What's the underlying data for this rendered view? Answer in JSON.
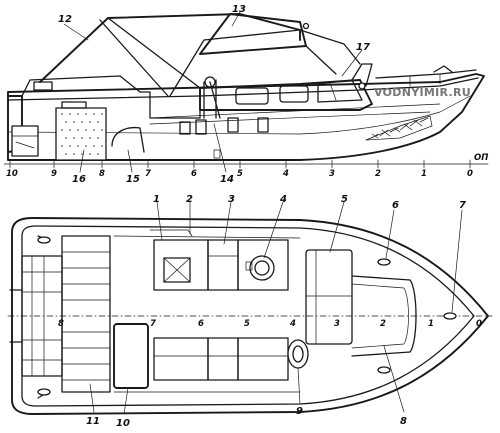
{
  "watermark": "VODNYIMIR.RU",
  "side_view": {
    "callouts": [
      "12",
      "13",
      "17",
      "16",
      "15",
      "14"
    ],
    "baseline_label": "ОП",
    "stations": [
      "10",
      "9",
      "8",
      "7",
      "6",
      "5",
      "4",
      "3",
      "2",
      "1",
      "0"
    ]
  },
  "plan_view": {
    "callouts_top": [
      "1",
      "2",
      "3",
      "4",
      "5",
      "6",
      "7"
    ],
    "callouts_bottom": [
      "11",
      "10",
      "9",
      "8"
    ],
    "stations": [
      "8",
      "7",
      "6",
      "5",
      "4",
      "3",
      "2",
      "1",
      "0"
    ]
  }
}
